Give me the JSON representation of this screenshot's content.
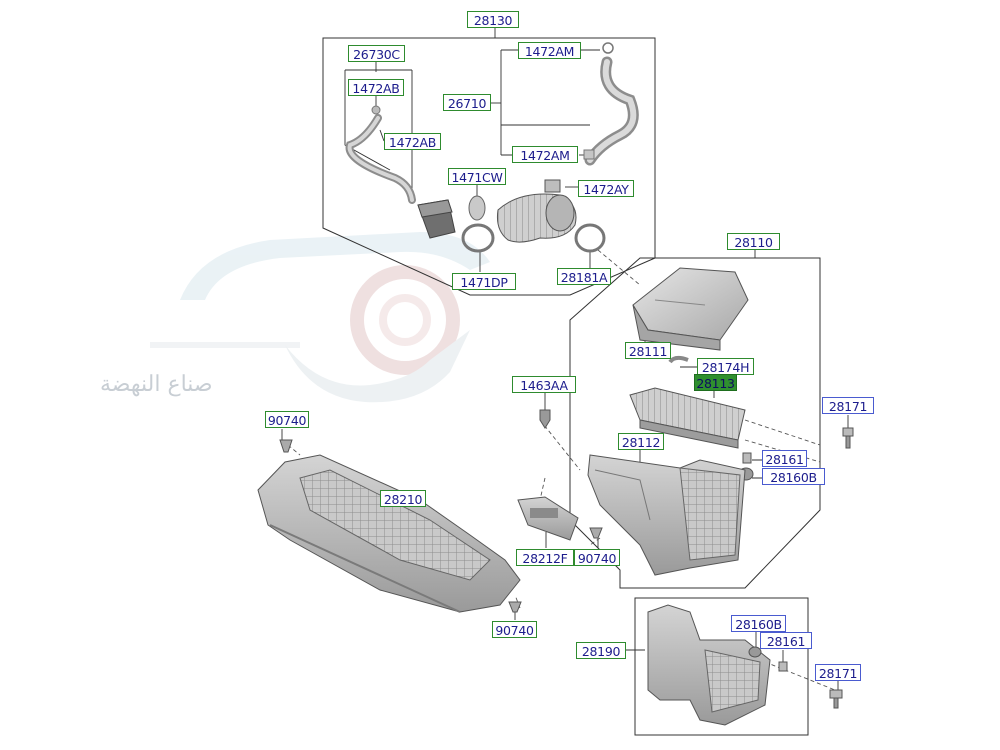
{
  "watermark": {
    "text": "صناع النهضة"
  },
  "labels": {
    "l28130": "28130",
    "l26730C": "26730C",
    "l1472AB_a": "1472AB",
    "l1472AB_b": "1472AB",
    "l1472AM_a": "1472AM",
    "l26710": "26710",
    "l1472AM_b": "1472AM",
    "l1471CW": "1471CW",
    "l1472AY": "1472AY",
    "l1471DP": "1471DP",
    "l28181A": "28181A",
    "l28110": "28110",
    "l28111": "28111",
    "l28174H": "28174H",
    "l28113": "28113",
    "l1463AA": "1463AA",
    "l28171_a": "28171",
    "l90740_a": "90740",
    "l28112": "28112",
    "l28161_a": "28161",
    "l28160B_a": "28160B",
    "l28210": "28210",
    "l28212F": "28212F",
    "l90740_b": "90740",
    "l90740_c": "90740",
    "l28160B_b": "28160B",
    "l28161_b": "28161",
    "l28190": "28190",
    "l28171_b": "28171"
  }
}
